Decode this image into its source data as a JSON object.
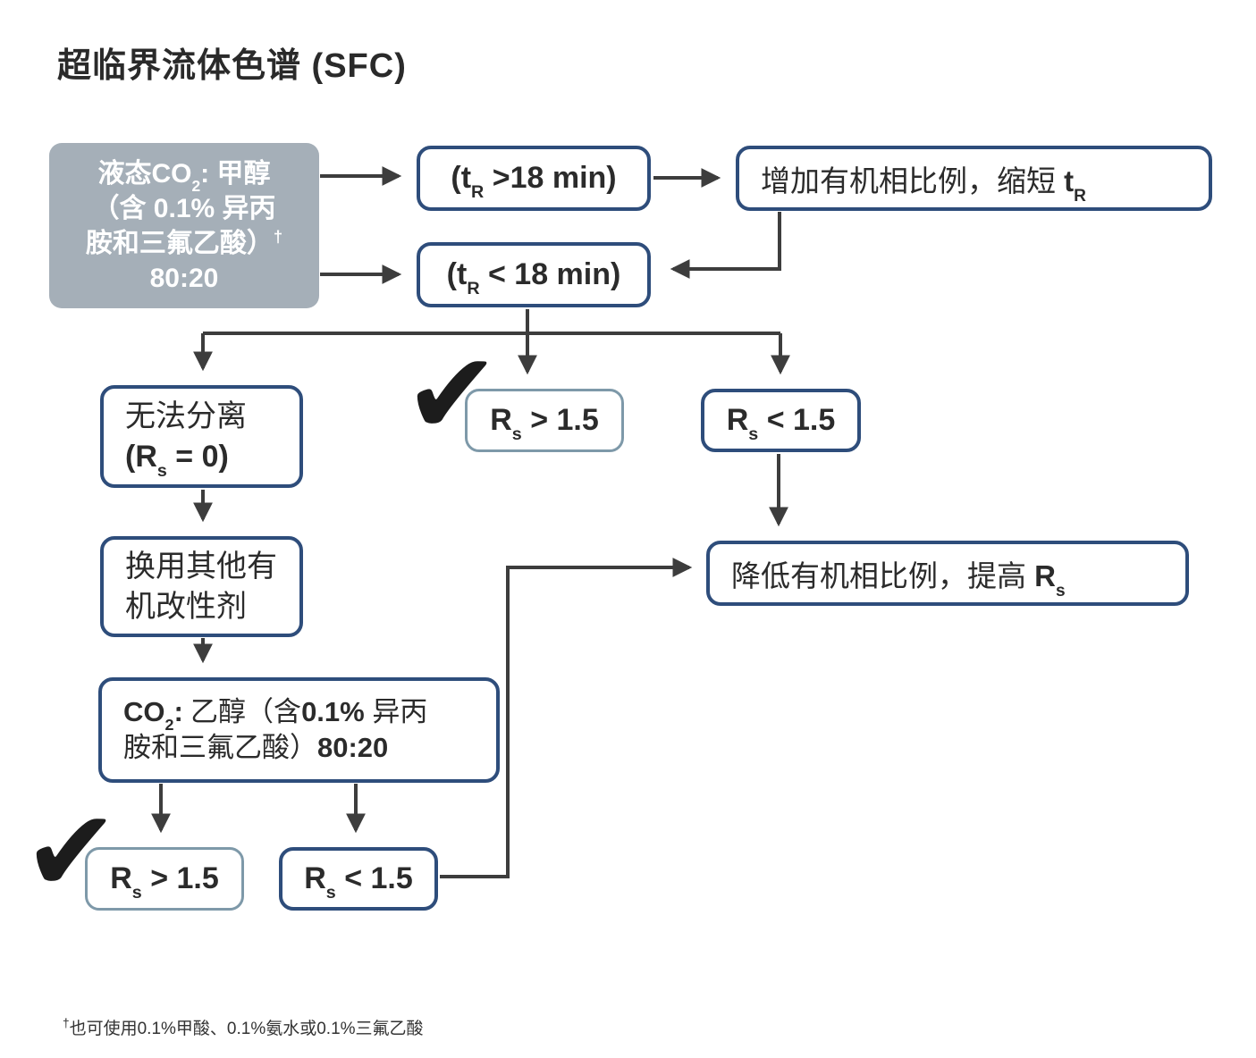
{
  "title": "超临界流体色谱 (SFC)",
  "colors": {
    "border_dark": "#2e4d7b",
    "border_light": "#7e99a9",
    "gray_fill": "#a5afb8",
    "arrow": "#3d3d3d",
    "text": "#2b2b2b"
  },
  "nodes": {
    "co2_methanol": {
      "l1a": "液态CO",
      "l1sub": "2",
      "l1b": ": 甲醇",
      "l2": "（含 0.1% 异丙",
      "l3": "胺和三氟乙酸）",
      "l3sup": "†",
      "l4": "80:20"
    },
    "tr_gt18": {
      "pre": "(t",
      "sub": "R",
      "post": " >18 min)"
    },
    "increase_organic": {
      "text": "增加有机相比例，缩短 ",
      "tpre": "t",
      "tsub": "R"
    },
    "tr_lt18": {
      "pre": "(t",
      "sub": "R",
      "post": " < 18 min)"
    },
    "no_separation": {
      "line1": "无法分离",
      "l2pre": "(R",
      "l2sub": "s",
      "l2post": " = 0)"
    },
    "rs_pass_top": {
      "pre": "R",
      "sub": "s",
      "post": " > 1.5"
    },
    "rs_fail_top": {
      "pre": "R",
      "sub": "s",
      "post": " < 1.5"
    },
    "switch_modifier": {
      "line1": "换用其他有",
      "line2": "机改性剂"
    },
    "co2_ethanol": {
      "l1a": "CO",
      "l1sub": "2",
      "l1b": ": 乙醇（含",
      "l1c": "0.1%",
      "l1d": " 异丙",
      "l2a": "胺和三氟乙酸）",
      "l2b": "80:20"
    },
    "decrease_organic": {
      "text": "降低有机相比例，提高 ",
      "rpre": "R",
      "rsub": "s"
    },
    "rs_pass_bottom": {
      "pre": "R",
      "sub": "s",
      "post": " > 1.5"
    },
    "rs_fail_bottom": {
      "pre": "R",
      "sub": "s",
      "post": " < 1.5"
    }
  },
  "checkmark": "✔",
  "footnote": {
    "dagger": "†",
    "text": "也可使用0.1%甲酸、0.1%氨水或0.1%三氟乙酸"
  }
}
